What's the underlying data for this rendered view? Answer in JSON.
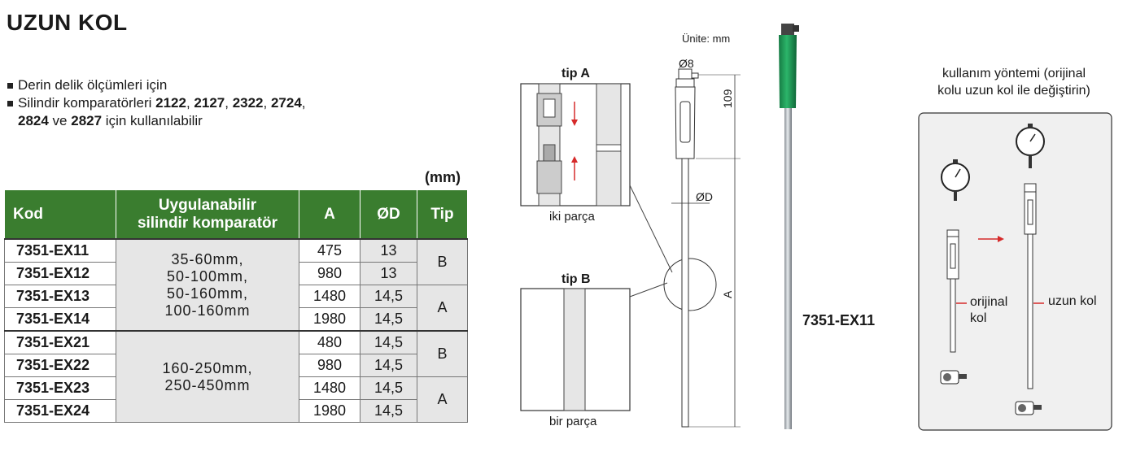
{
  "title": "UZUN KOL",
  "bullets": {
    "line1": "Derin delik ölçümleri için",
    "line2": {
      "t1": "Silindir komparatörleri ",
      "b1": "2122",
      "t2": ", ",
      "b2": "2127",
      "t3": ", ",
      "b3": "2322",
      "t4": ", ",
      "b4": "2724",
      "t5": ",",
      "b5": "2824",
      "t6": " ve ",
      "b6": "2827",
      "t7": " için kullanılabilir"
    }
  },
  "table": {
    "unit": "(mm)",
    "headers": {
      "kod": "Kod",
      "comp_line1": "Uygulanabilir",
      "comp_line2": "silindir komparatör",
      "a": "A",
      "d": "ØD",
      "tip": "Tip"
    },
    "rows": [
      {
        "kod": "7351-EX11",
        "a": "475",
        "d": "13"
      },
      {
        "kod": "7351-EX12",
        "a": "980",
        "d": "13"
      },
      {
        "kod": "7351-EX13",
        "a": "1480",
        "d": "14,5"
      },
      {
        "kod": "7351-EX14",
        "a": "1980",
        "d": "14,5"
      },
      {
        "kod": "7351-EX21",
        "a": "480",
        "d": "14,5"
      },
      {
        "kod": "7351-EX22",
        "a": "980",
        "d": "14,5"
      },
      {
        "kod": "7351-EX23",
        "a": "1480",
        "d": "14,5"
      },
      {
        "kod": "7351-EX24",
        "a": "1980",
        "d": "14,5"
      }
    ],
    "comp_group1": [
      "35-60mm,",
      "50-100mm,",
      "50-160mm,",
      "100-160mm"
    ],
    "comp_group2": [
      "160-250mm,",
      "250-450mm"
    ],
    "tips": [
      "B",
      "A",
      "B",
      "A"
    ]
  },
  "diagram": {
    "tip_a": "tip A",
    "tip_a_caption": "iki parça",
    "tip_b": "tip B",
    "tip_b_caption": "bir parça",
    "unit_note": "Ünite: mm",
    "phi8": "Ø8",
    "dim_109": "109",
    "dim_d": "ØD",
    "dim_a": "A"
  },
  "product": {
    "model": "7351-EX11",
    "handle_color": "#1f9a5a"
  },
  "usage": {
    "title_line1": "kullanım yöntemi (orijinal",
    "title_line2": "kolu uzun kol ile değiştirin)",
    "original_line1": "orijinal",
    "original_line2": "kol",
    "long": "uzun kol"
  },
  "colors": {
    "header_green": "#3a7d2f",
    "arrow_red": "#d62a2a",
    "cell_grey": "#e6e6e6"
  }
}
